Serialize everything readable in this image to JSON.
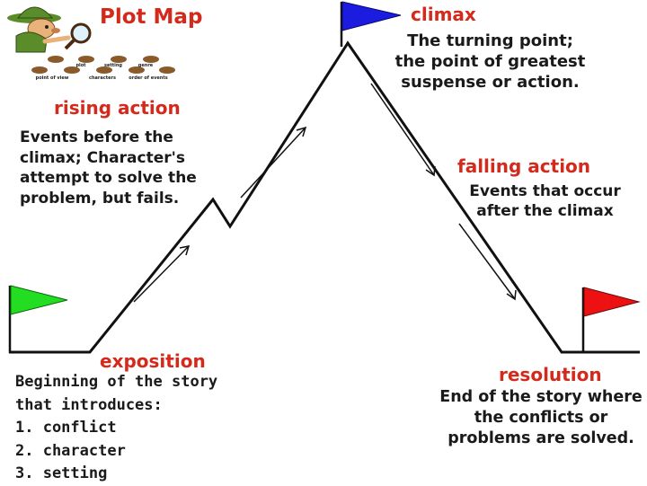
{
  "title": "Plot Map",
  "stages": {
    "climax": {
      "heading": "climax",
      "lines": [
        "The turning point;",
        "the point of greatest",
        "suspense or action."
      ]
    },
    "rising_action": {
      "heading": "rising action",
      "lines": [
        "Events before the",
        "climax; Character's",
        "attempt to solve the",
        "problem, but fails."
      ]
    },
    "falling_action": {
      "heading": "falling action",
      "lines": [
        "Events that occur",
        "after the climax"
      ]
    },
    "exposition": {
      "heading": "exposition",
      "lines": [
        "Beginning of the story",
        "that introduces:",
        "1. conflict",
        "2. character",
        "3. setting"
      ]
    },
    "resolution": {
      "heading": "resolution",
      "lines": [
        "End of the story where",
        "the conflicts or",
        "problems are solved."
      ]
    }
  },
  "logo_labels": [
    "plot",
    "setting",
    "genre",
    "point of view",
    "characters",
    "order of events"
  ],
  "colors": {
    "heading": "#d42a1c",
    "line": "#111111",
    "flag_start": "#22dd22",
    "flag_climax": "#1c1ce0",
    "flag_end": "#ee1111"
  },
  "icons": [
    "detective-icon",
    "start-flag-icon",
    "climax-flag-icon",
    "end-flag-icon"
  ]
}
